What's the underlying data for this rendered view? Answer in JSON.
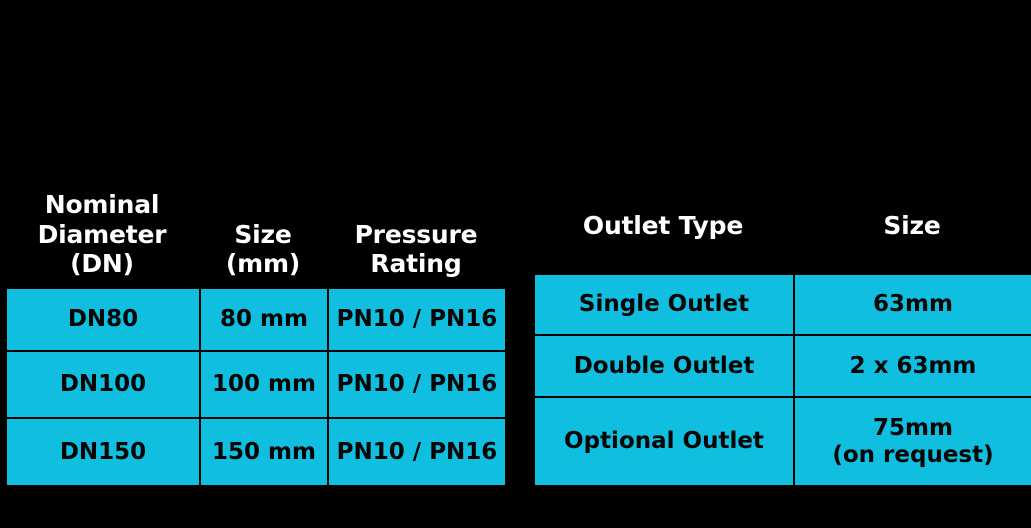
{
  "background_color": "#000000",
  "accent_color": "#10bee0",
  "header_text_color": "#ffffff",
  "cell_text_color": "#050505",
  "grid_color": "#000000",
  "left_table": {
    "name": "pipe-specifications-table",
    "headers": [
      {
        "lines": [
          "Nominal",
          "Diameter",
          "(DN)"
        ]
      },
      {
        "lines": [
          "Size",
          "(mm)"
        ]
      },
      {
        "lines": [
          "Pressure",
          "Rating"
        ]
      }
    ],
    "rows": [
      {
        "cells": [
          {
            "lines": [
              "DN80"
            ]
          },
          {
            "lines": [
              "80 mm"
            ]
          },
          {
            "lines": [
              "PN10 / PN16"
            ]
          }
        ]
      },
      {
        "cells": [
          {
            "lines": [
              "DN100"
            ]
          },
          {
            "lines": [
              "100 mm"
            ]
          },
          {
            "lines": [
              "PN10 / PN16"
            ]
          }
        ]
      },
      {
        "cells": [
          {
            "lines": [
              "DN150"
            ]
          },
          {
            "lines": [
              "150 mm"
            ]
          },
          {
            "lines": [
              "PN10 / PN16"
            ]
          }
        ]
      }
    ]
  },
  "right_table": {
    "name": "outlet-specifications-table",
    "headers": [
      {
        "lines": [
          "Outlet Type"
        ]
      },
      {
        "lines": [
          "Size"
        ]
      }
    ],
    "rows": [
      {
        "cells": [
          {
            "lines": [
              "Single Outlet"
            ]
          },
          {
            "lines": [
              "63mm"
            ]
          }
        ]
      },
      {
        "cells": [
          {
            "lines": [
              "Double Outlet"
            ]
          },
          {
            "lines": [
              "2 x 63mm"
            ]
          }
        ]
      },
      {
        "cells": [
          {
            "lines": [
              "Optional Outlet"
            ]
          },
          {
            "lines": [
              "75mm",
              "(on request)"
            ]
          }
        ]
      }
    ]
  }
}
